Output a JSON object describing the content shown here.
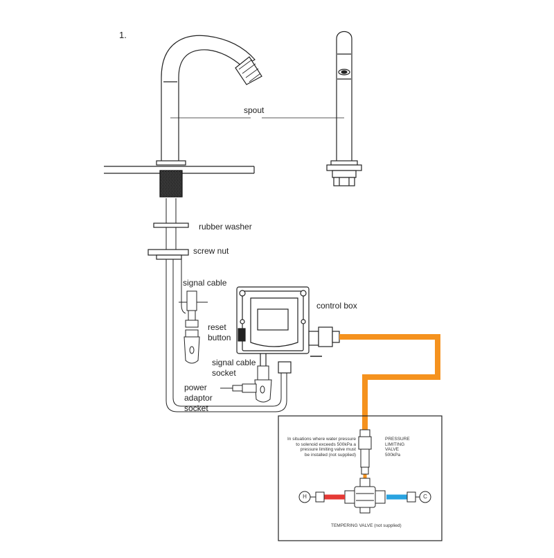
{
  "step_number": "1.",
  "labels": {
    "spout": "spout",
    "rubber_washer": "rubber washer",
    "screw_nut": "screw nut",
    "signal_cable": "signal cable",
    "control_box": "control box",
    "reset_button": [
      "reset",
      "button"
    ],
    "signal_cable_socket": [
      "signal cable",
      "socket"
    ],
    "power_adaptor_socket": [
      "power",
      "adaptor",
      "socket"
    ]
  },
  "inset": {
    "note": [
      "In situations where water pressure",
      "to solenoid exceeds 500kPa a",
      "pressure limiting valve must",
      "be installed (not supplied)"
    ],
    "pressure_valve": [
      "PRESSURE",
      "LIMITING",
      "VALVE",
      "500kPa"
    ],
    "hot_label": "H",
    "cold_label": "C",
    "tempering_valve": "TEMPERING VALVE (not supplied)"
  },
  "colors": {
    "line": "#222222",
    "water_hose": "#f5921e",
    "hot_pipe": "#e53935",
    "cold_pipe": "#29a3e0"
  }
}
